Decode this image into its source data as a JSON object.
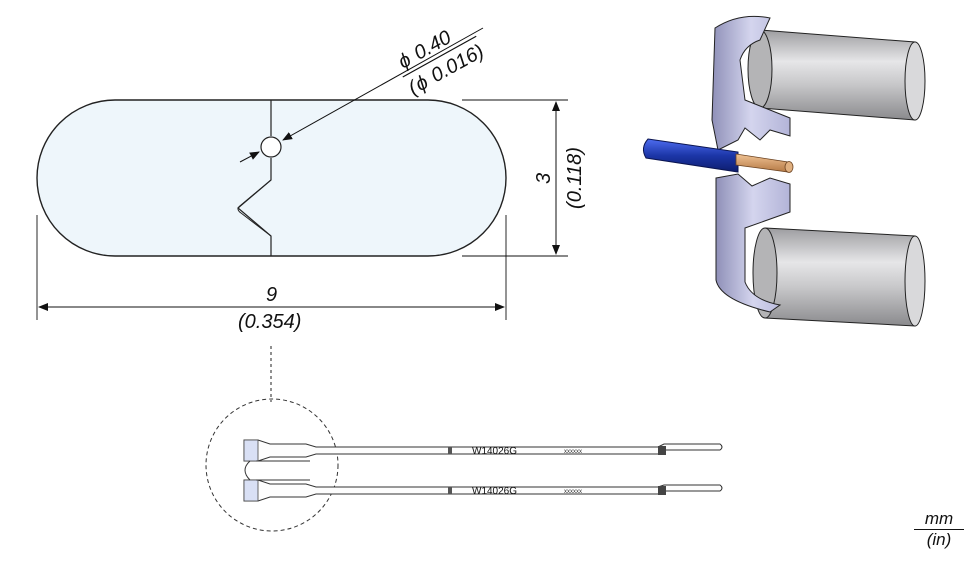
{
  "dimensions": {
    "hole_diameter_mm": "0.40",
    "hole_diameter_in": "(0.016)",
    "height_mm": "3",
    "height_in": "(0.118)",
    "width_mm": "9",
    "width_in": "(0.354)"
  },
  "diameter_symbol": "ϕ",
  "part_number": "W14026G",
  "serial_code": "xxxxxx",
  "units": {
    "top": "mm",
    "bottom": "(in)"
  },
  "colors": {
    "tip_fill": "#eef6fb",
    "outline": "#222222",
    "wire_insulation": "#1f3fae",
    "wire_core": "#d9a06a",
    "sleeve_gray": "#c9c9cb",
    "bracket_lavender": "#c9cbe8"
  }
}
